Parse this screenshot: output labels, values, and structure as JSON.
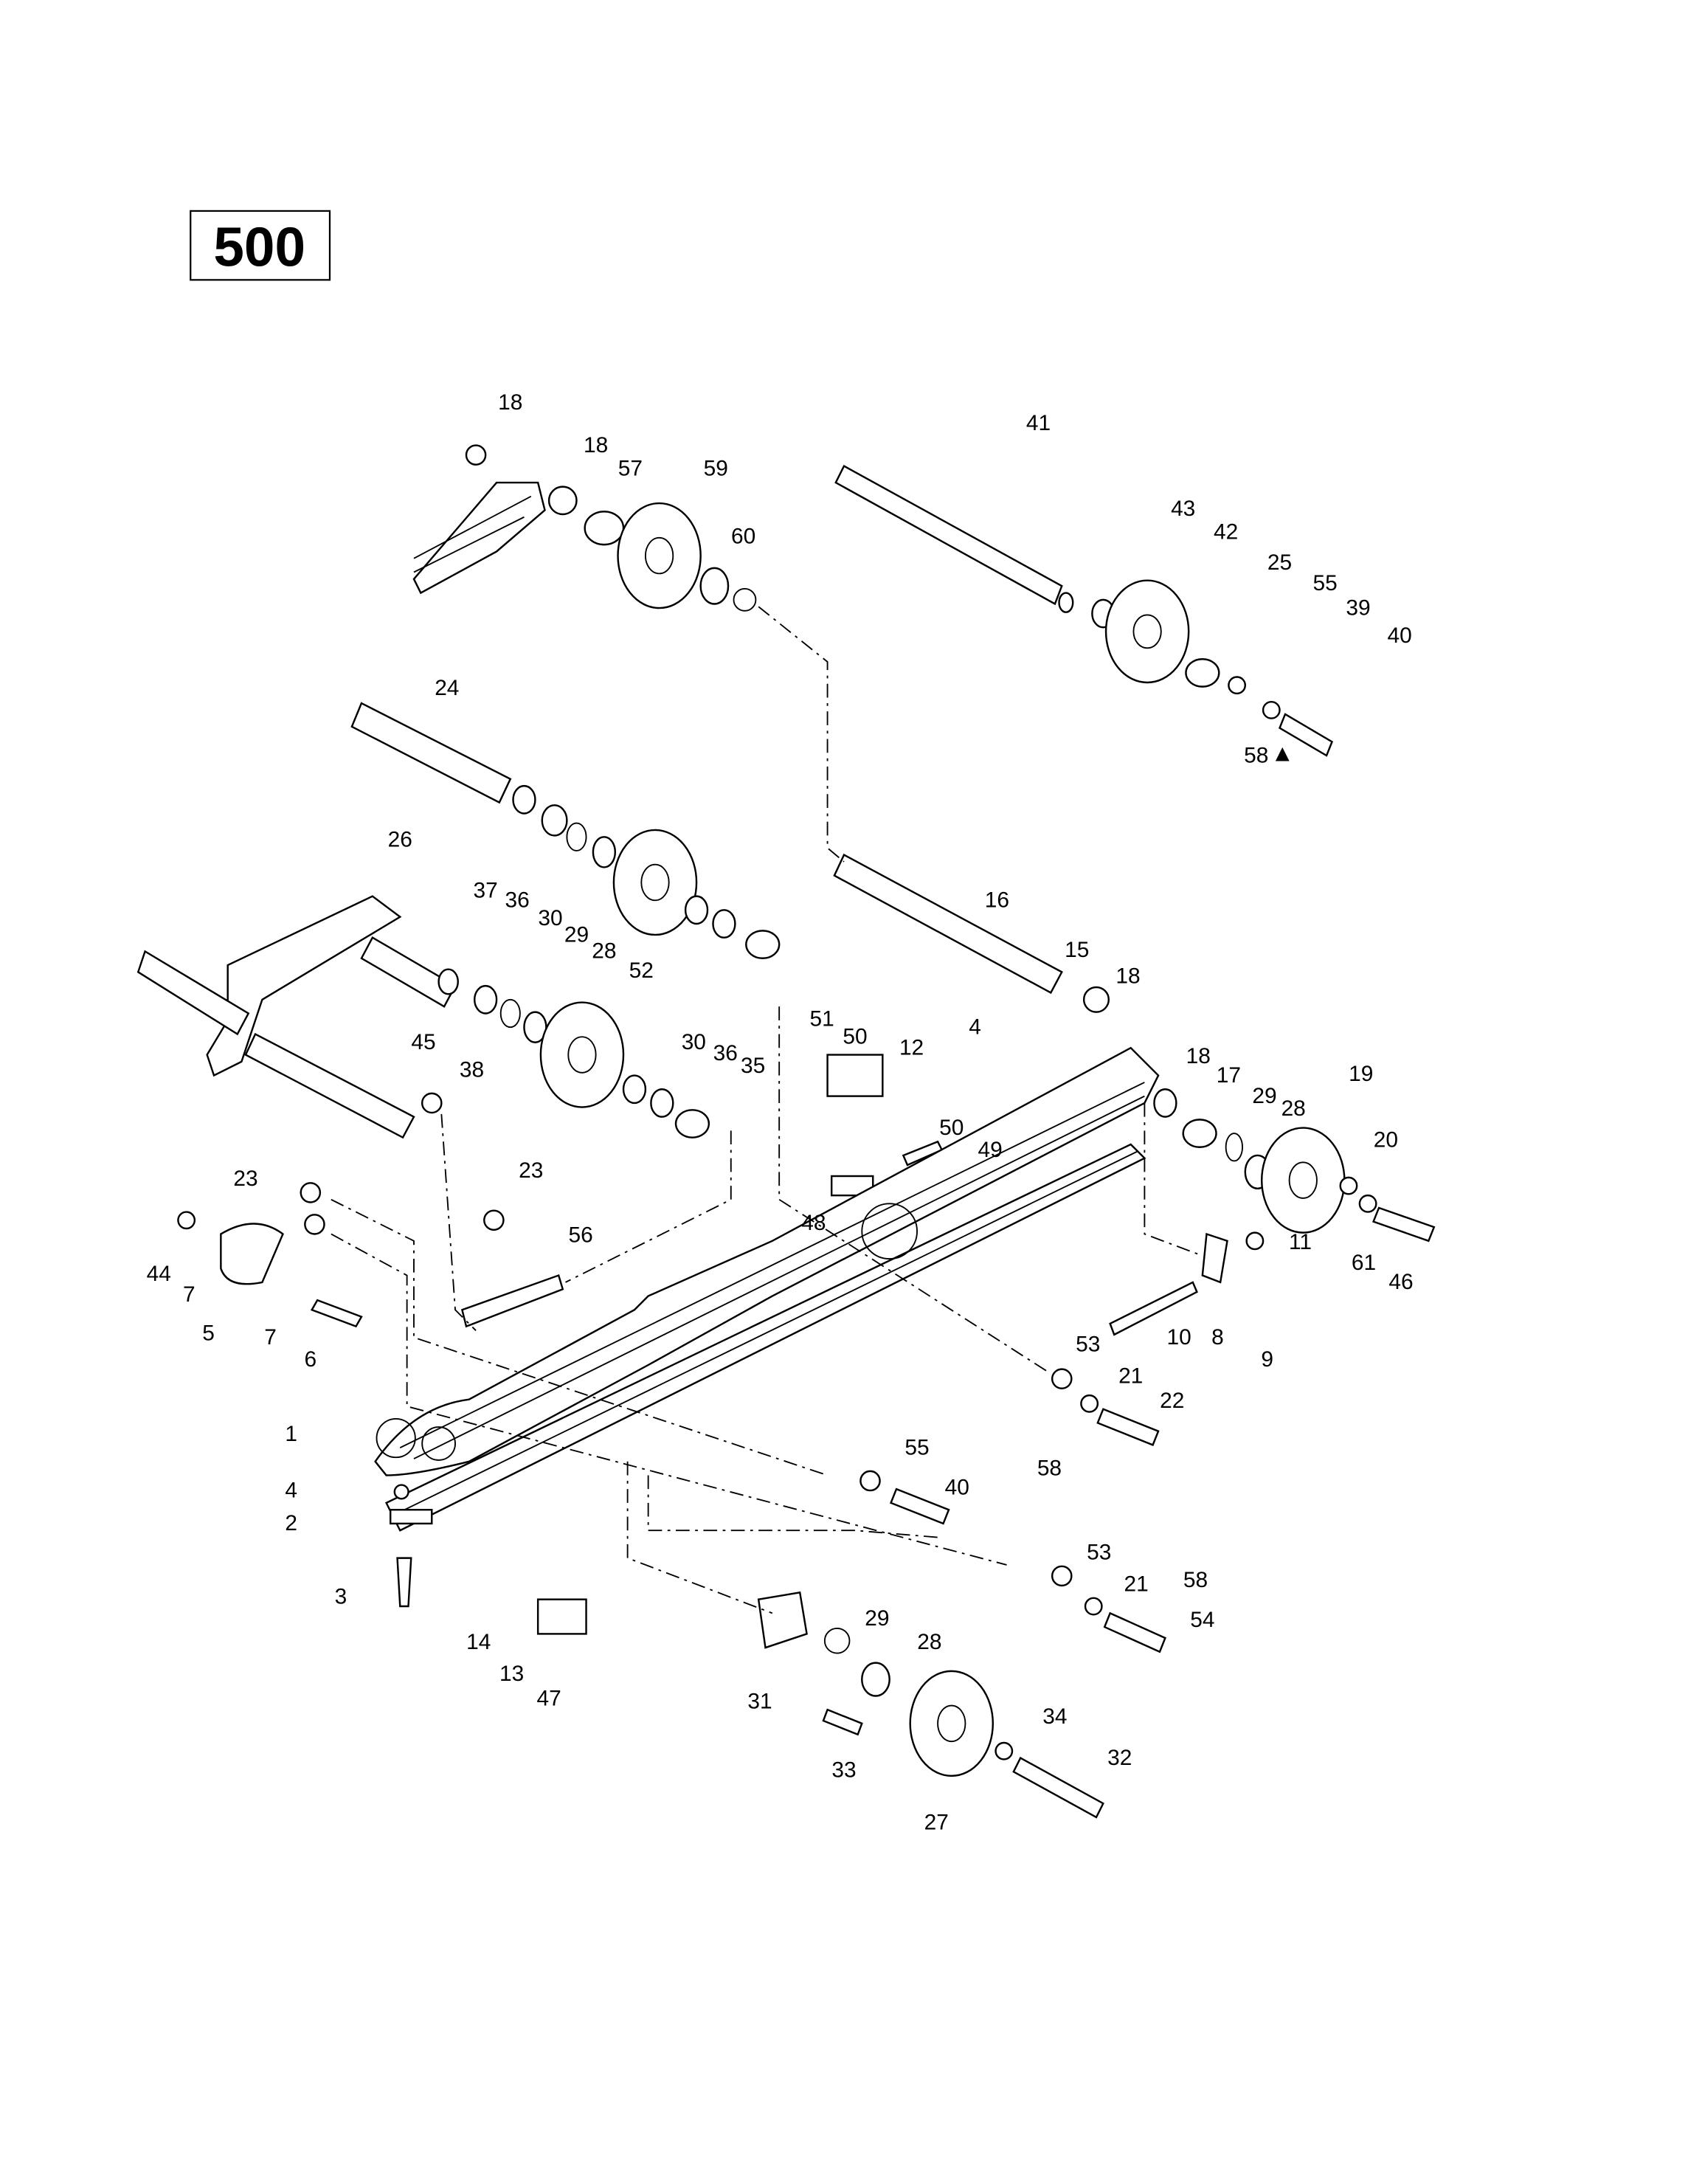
{
  "diagram_title": "500",
  "callouts": [
    "18",
    "18",
    "57",
    "59",
    "60",
    "41",
    "43",
    "42",
    "25",
    "55",
    "39",
    "40",
    "58",
    "24",
    "26",
    "37",
    "36",
    "30",
    "29",
    "28",
    "52",
    "30",
    "36",
    "35",
    "45",
    "38",
    "16",
    "15",
    "18",
    "4",
    "51",
    "50",
    "12",
    "50",
    "49",
    "48",
    "18",
    "17",
    "29",
    "28",
    "19",
    "20",
    "11",
    "61",
    "46",
    "10",
    "8",
    "9",
    "23",
    "23",
    "56",
    "44",
    "7",
    "5",
    "7",
    "6",
    "53",
    "21",
    "22",
    "58",
    "1",
    "4",
    "2",
    "3",
    "55",
    "40",
    "53",
    "21",
    "58",
    "54",
    "14",
    "13",
    "47",
    "29",
    "28",
    "31",
    "34",
    "32",
    "33",
    "27"
  ]
}
